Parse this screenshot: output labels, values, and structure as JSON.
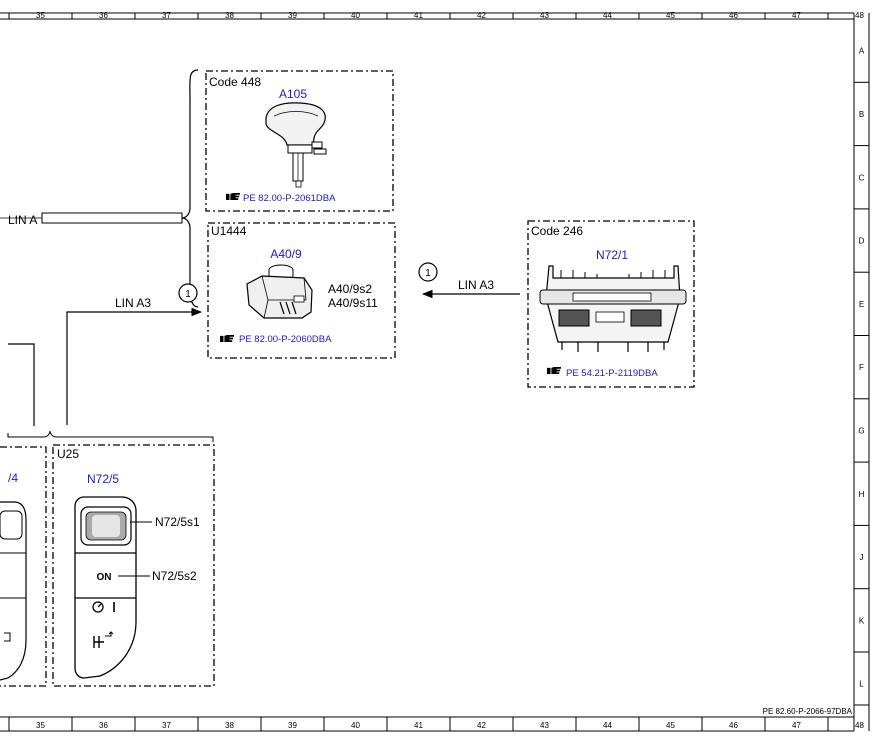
{
  "grid": {
    "columns": [
      "35",
      "36",
      "37",
      "38",
      "39",
      "40",
      "41",
      "42",
      "43",
      "44",
      "45",
      "46",
      "47",
      "48"
    ],
    "rows": [
      "A",
      "B",
      "C",
      "D",
      "E",
      "F",
      "G",
      "H",
      "J",
      "K",
      "L"
    ]
  },
  "document_ref": "PE 82.60-P-2066-97DBA",
  "components": {
    "a105": {
      "code": "Code 448",
      "id": "A105",
      "ref": "PE 82.00-P-2061DBA"
    },
    "a40": {
      "code": "U1444",
      "id": "A40/9",
      "parts": [
        "A40/9s2",
        "A40/9s11"
      ],
      "ref": "PE 82.00-P-2060DBA"
    },
    "n72_1": {
      "code": "Code 246",
      "id": "N72/1",
      "ref": "PE 54.21-P-2119DBA"
    },
    "n72_5": {
      "code": "U25",
      "id": "N72/5",
      "parts": [
        "N72/5s1",
        "N72/5s2"
      ],
      "button_text": "ON"
    },
    "partial_left": {
      "id": "/4"
    }
  },
  "connections": {
    "left_bus": "LIN A3",
    "right_bus": "LIN A3",
    "top_bus": "LIN A",
    "left_marker": "1",
    "right_marker": "1"
  },
  "icons": [
    "pointing-hand-icon"
  ]
}
